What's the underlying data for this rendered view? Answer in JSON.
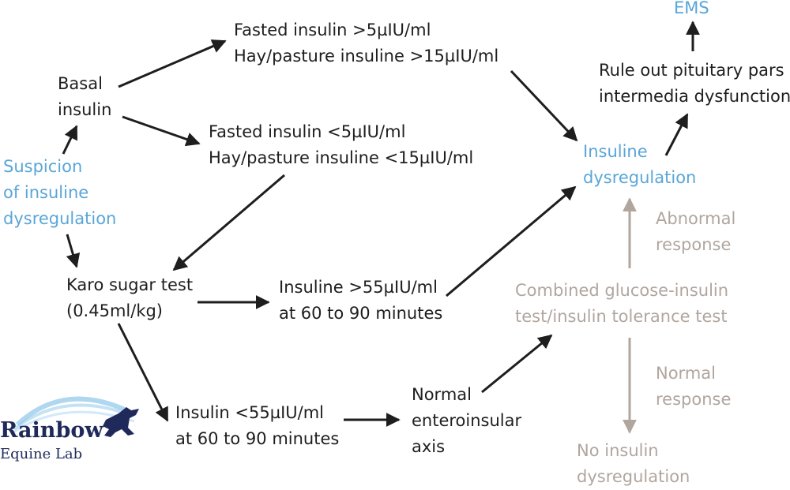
{
  "colors": {
    "dark": "#1e1e1e",
    "blue": "#5aa6d8",
    "grey": "#b1a69e",
    "logo": "#1f2a5a",
    "logo_arc": "#6fb6e3"
  },
  "nodes": {
    "suspicion": [
      "Suspicion",
      "of insuline",
      "dysregulation"
    ],
    "basal": [
      "Basal",
      "insulin"
    ],
    "fasted_high": [
      "Fasted insulin >5µIU/ml",
      "Hay/pasture insuline >15µIU/ml"
    ],
    "fasted_low": [
      "Fasted insulin <5µIU/ml",
      "Hay/pasture insuline <15µIU/ml"
    ],
    "karo": [
      "Karo sugar test",
      "(0.45ml/kg)"
    ],
    "karo_high": [
      "Insuline >55µIU/ml",
      "at 60 to 90 minutes"
    ],
    "karo_low": [
      "Insulin <55µIU/ml",
      "at 60 to 90 minutes"
    ],
    "normal_axis": [
      "Normal",
      "enteroinsular",
      "axis"
    ],
    "dysregulation": [
      "Insuline",
      "dysregulation"
    ],
    "ppid": [
      "Rule out pituitary pars",
      "intermedia dysfunction"
    ],
    "ems": [
      "EMS"
    ],
    "combined": [
      "Combined glucose-insulin",
      "test/insulin tolerance test"
    ],
    "abnormal": [
      "Abnormal",
      "response"
    ],
    "normal_resp": [
      "Normal",
      "response"
    ],
    "no_dysreg": [
      "No insulin",
      "dysregulation"
    ]
  },
  "logo": {
    "name": "Rainbow",
    "subtitle": "Equine Lab"
  }
}
